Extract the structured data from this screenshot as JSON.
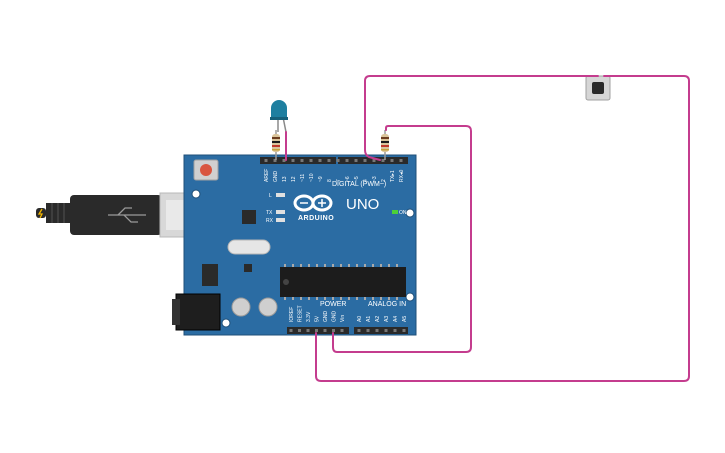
{
  "board": {
    "brand": "ARDUINO",
    "model": "UNO",
    "digital_header_label": "DIGITAL (PWM~)",
    "power_header_label": "POWER",
    "analog_header_label": "ANALOG IN",
    "on_led_label": "ON",
    "led_l_label": "L",
    "led_tx_label": "TX",
    "led_rx_label": "RX",
    "digital_pins": [
      "AREF",
      "GND",
      "13",
      "12",
      "~11",
      "~10",
      "~9",
      "8",
      "7",
      "~6",
      "~5",
      "4",
      "~3",
      "2",
      "TX▸1",
      "RX◂0"
    ],
    "power_pins": [
      "IOREF",
      "RESET",
      "3.3V",
      "5V",
      "GND",
      "GND",
      "Vin"
    ],
    "analog_pins": [
      "A0",
      "A1",
      "A2",
      "A3",
      "A4",
      "A5"
    ]
  },
  "colors": {
    "board": "#2b6ca3",
    "board_edge": "#1f4f78",
    "wire": "#c43c8e",
    "header": "#2a2a2a",
    "led_body": "#1e7fa0",
    "usb_cable": "#2a2a2a",
    "usb_metal": "#d8d8d8",
    "on_led": "#4cd137"
  },
  "components": {
    "led_color": "blue",
    "resistor_count": 2,
    "button": "pushbutton",
    "usb": "usb-cable"
  }
}
